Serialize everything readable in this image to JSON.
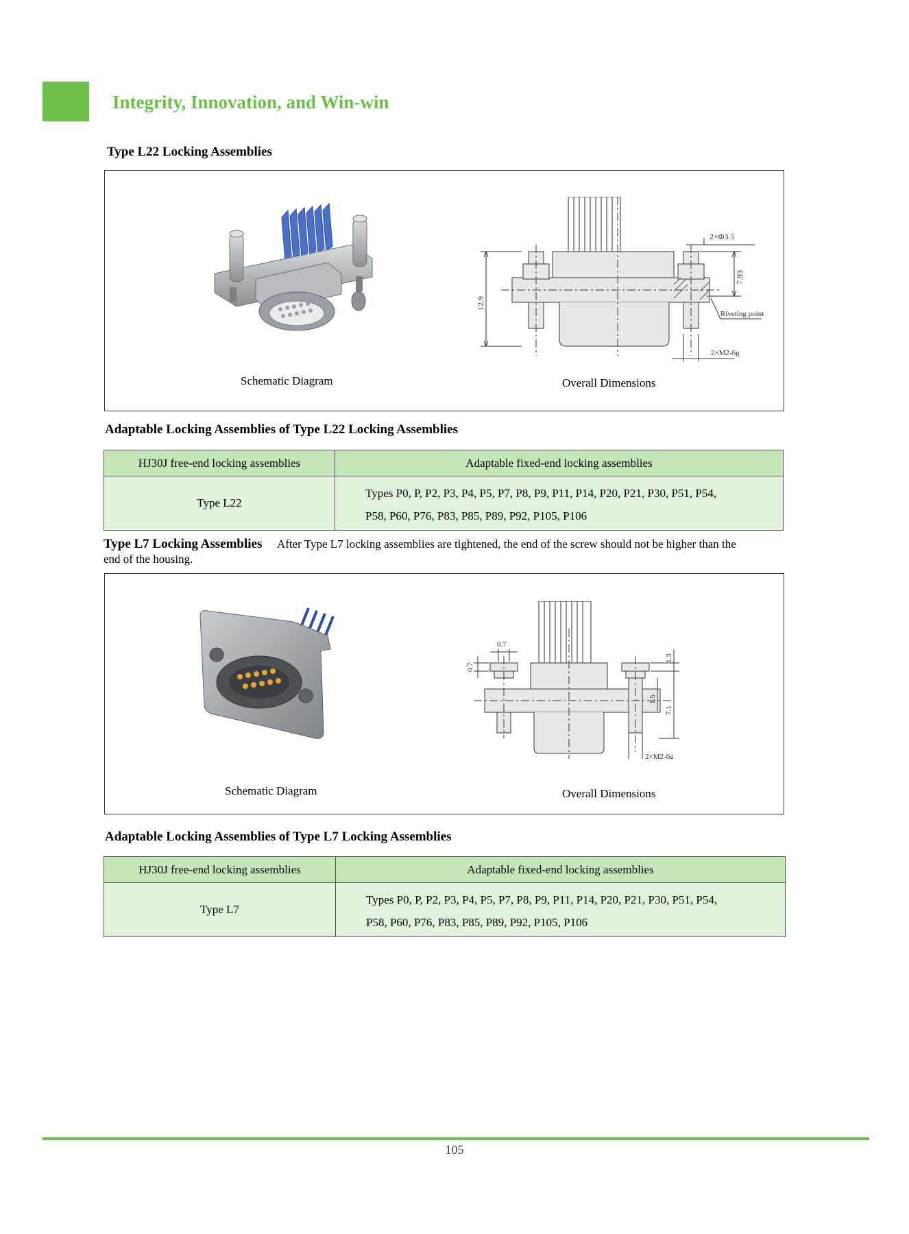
{
  "header": {
    "title": "Integrity, Innovation, and Win-win",
    "accent_color": "#6cc04a"
  },
  "l22": {
    "section_title": "Type L22 Locking Assemblies",
    "schematic_caption": "Schematic Diagram",
    "dimensions_caption": "Overall Dimensions",
    "dim_hole": "2×Φ3.5",
    "dim_height_upper": "7.93",
    "dim_height_total": "12.9",
    "dim_riveting": "Riveting point",
    "dim_thread": "2×M2-6g",
    "table_title": "Adaptable Locking Assemblies of Type L22 Locking Assemblies",
    "table": {
      "col1_header": "HJ30J free-end locking assemblies",
      "col2_header": "Adaptable fixed-end locking assemblies",
      "row_type": "Type L22",
      "row_line1": "Types P0, P, P2, P3, P4, P5, P7, P8, P9, P11, P14, P20, P21, P30, P51, P54,",
      "row_line2": "P58, P60, P76, P83, P85, P89, P92, P105, P106"
    }
  },
  "l7": {
    "section_title": "Type L7 Locking Assemblies",
    "note_part1": "After Type  L7 locking assemblies are tightened, the end of the screw should not be higher than the",
    "note_part2": "end of the housing.",
    "schematic_caption": "Schematic Diagram",
    "dimensions_caption": "Overall Dimensions",
    "dim_top_width": "0.7",
    "dim_left_height": "0.7",
    "dim_right_top": "1.3",
    "dim_right_mid": "1.5",
    "dim_right_total": "7.1",
    "dim_thread": "2×M2-6g",
    "table_title": "Adaptable Locking Assemblies of Type L7 Locking Assemblies",
    "table": {
      "col1_header": "HJ30J free-end locking assemblies",
      "col2_header": "Adaptable fixed-end locking assemblies",
      "row_type": "Type L7",
      "row_line1": "Types P0, P, P2, P3, P4, P5, P7, P8, P9, P11, P14, P20, P21, P30, P51, P54,",
      "row_line2": "P58, P60, P76, P83, P85, P89, P92, P105, P106"
    }
  },
  "footer": {
    "page_number": "105"
  }
}
